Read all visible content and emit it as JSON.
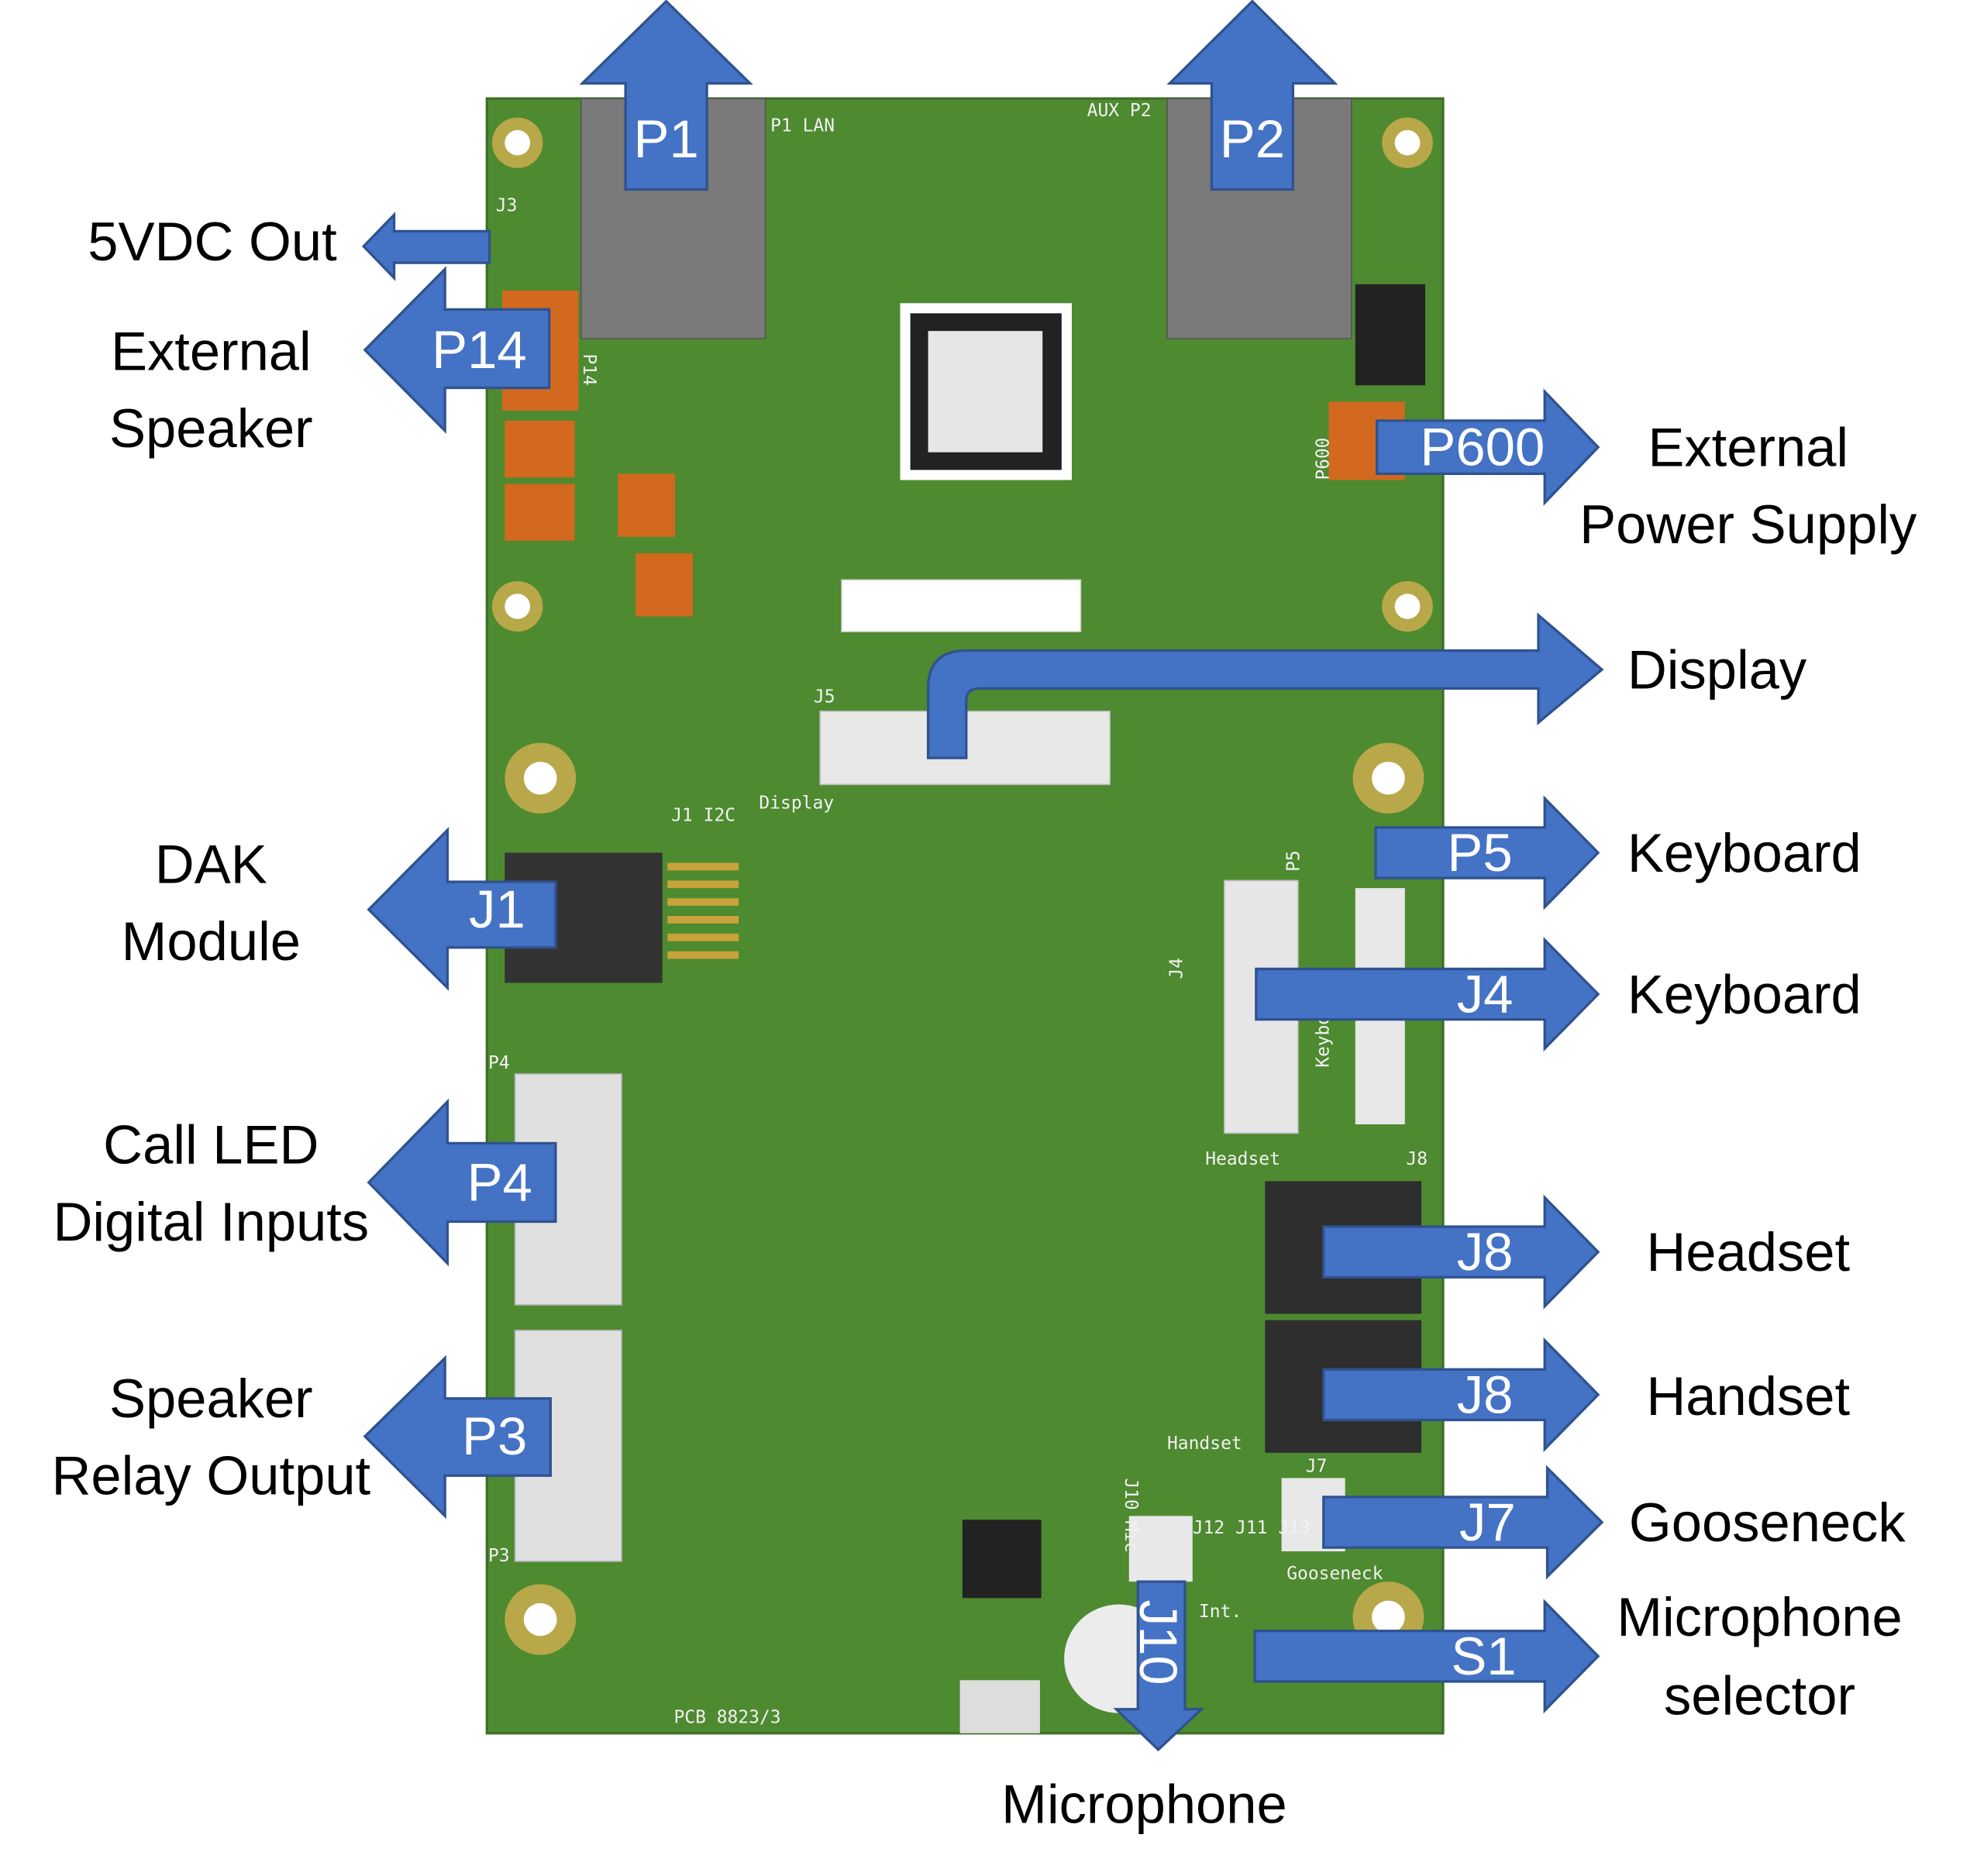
{
  "colors": {
    "pcb": "#4e8a30",
    "arrow": "#4472c4",
    "arrow_border": "#2f528f",
    "connector_orange": "#d2691e"
  },
  "arrows": {
    "p1": "P1",
    "p2": "P2",
    "p14": "P14",
    "p600": "P600",
    "j1": "J1",
    "p4": "P4",
    "p3": "P3",
    "p5": "P5",
    "j4": "J4",
    "j8a": "J8",
    "j8b": "J8",
    "j7": "J7",
    "s1": "S1",
    "j10": "J10"
  },
  "labels": {
    "out5v": "5VDC Out",
    "ext_speaker": [
      "External",
      "Speaker"
    ],
    "ext_power": [
      "External",
      "Power Supply"
    ],
    "display": "Display",
    "dak": [
      "DAK",
      "Module"
    ],
    "call_led": [
      "Call LED",
      "Digital Inputs"
    ],
    "speaker_relay": [
      "Speaker",
      "Relay Output"
    ],
    "keyboard_p5": "Keyboard",
    "keyboard_j4": "Keyboard",
    "headset": "Headset",
    "handset": "Handset",
    "gooseneck": "Gooseneck",
    "mic_selector": [
      "Microphone",
      "selector"
    ],
    "microphone": "Microphone"
  },
  "silkscreen": {
    "j3": "J3",
    "p1": "P1 LAN",
    "aux_p2": "AUX P2",
    "j5": "J5",
    "display": "Display",
    "j1": "J1 I2C",
    "p4": "P4",
    "p3": "P3",
    "j4": "J4",
    "keyboard": "Keyboard",
    "headset": "Headset",
    "j8": "J8",
    "handset": "Handset",
    "j7": "J7",
    "j10": "J10 Mic",
    "j12": "J12 J11 J13",
    "gooseneck": "Gooseneck",
    "int": "Int.",
    "p5": "P5",
    "p14": "P14",
    "p600": "P600",
    "pcb": "PCB 8823/3"
  }
}
